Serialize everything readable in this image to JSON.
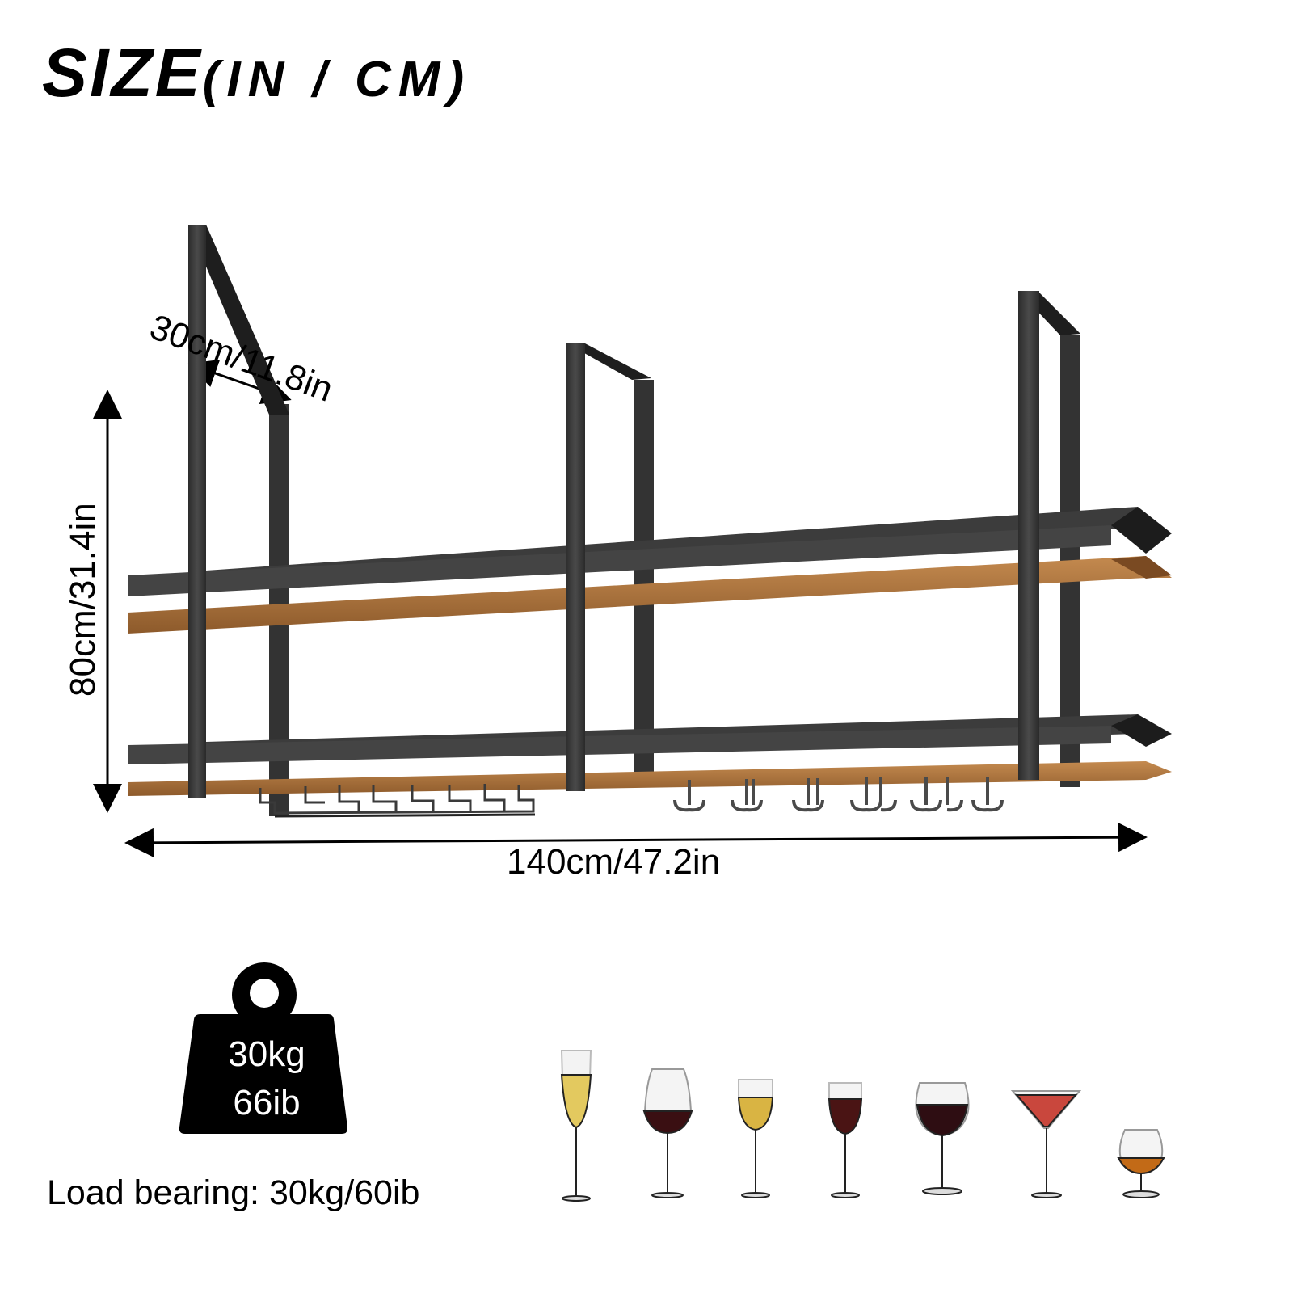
{
  "title": {
    "main": "SIZE",
    "units": "(IN / CM)"
  },
  "dimensions": {
    "depth": "30cm/11.8in",
    "height": "80cm/31.4in",
    "width": "140cm/47.2in"
  },
  "product": {
    "name": "hanging-wine-glass-shelf",
    "tiers": 2,
    "accessories": [
      "stemware-rack",
      "mug-hooks"
    ],
    "colors": {
      "frame": "#3a3a3a",
      "frame_dark": "#1f1f1f",
      "wood": "#b4773f",
      "wood_dark": "#8a5a2c"
    }
  },
  "load": {
    "icon": "weight-icon",
    "kg": "30kg",
    "lb": "66ib",
    "caption": "Load bearing: 30kg/60ib"
  },
  "glassware": [
    {
      "type": "champagne-flute",
      "liquid": "#e8cf6a"
    },
    {
      "type": "tulip-glass",
      "liquid": "#3a0f12"
    },
    {
      "type": "white-wine-glass",
      "liquid": "#ddb845"
    },
    {
      "type": "red-wine-glass",
      "liquid": "#4a1414"
    },
    {
      "type": "bordeaux-glass",
      "liquid": "#2e0d12"
    },
    {
      "type": "martini-glass",
      "liquid": "#c9473d"
    },
    {
      "type": "brandy-snifter",
      "liquid": "#c26a17"
    }
  ]
}
